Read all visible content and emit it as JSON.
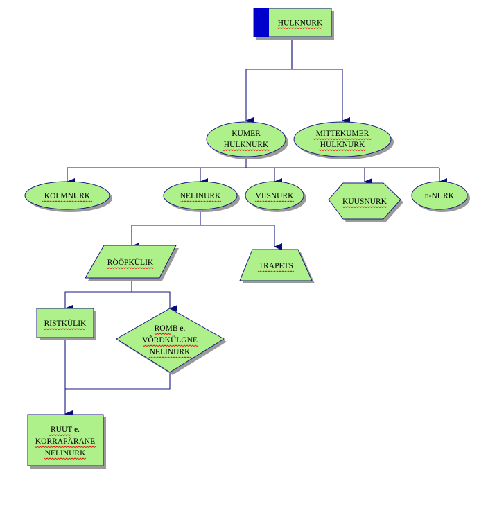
{
  "colors": {
    "node_fill": "#aef08a",
    "node_border": "#1a1a80",
    "connector": "#1a1a80",
    "root_marker": "#0000cc",
    "shadow": "#9a9a9a",
    "spellcheck_underline": "#e11b1b"
  },
  "nodes": {
    "hulknurk": {
      "lines": [
        "HULKNURK"
      ],
      "shape": "rectangle"
    },
    "kumer": {
      "lines": [
        "KUMER",
        "HULKNURK"
      ],
      "shape": "ellipse"
    },
    "mittekumer": {
      "lines": [
        "MITTEKUMER",
        "HULKNURK"
      ],
      "shape": "ellipse"
    },
    "kolmnurk": {
      "lines": [
        "KOLMNURK"
      ],
      "shape": "ellipse"
    },
    "nelinurk": {
      "lines": [
        "NELINURK"
      ],
      "shape": "ellipse"
    },
    "viisnurk": {
      "lines": [
        "VIISNURK"
      ],
      "shape": "ellipse"
    },
    "kuusnurk": {
      "lines": [
        "KUUSNURK"
      ],
      "shape": "hexagon"
    },
    "n_nurk": {
      "lines": [
        "n-NURK"
      ],
      "shape": "ellipse"
    },
    "roopkulik": {
      "lines": [
        "RÖÖPKÜLIK"
      ],
      "shape": "parallelogram"
    },
    "trapets": {
      "lines": [
        "TRAPETS"
      ],
      "shape": "trapezoid"
    },
    "ristkulik": {
      "lines": [
        "RISTKÜLIK"
      ],
      "shape": "rectangle"
    },
    "romb": {
      "lines": [
        "ROMB e.",
        "VÕRDKÜLGNE",
        "NELINURK"
      ],
      "shape": "diamond"
    },
    "ruut": {
      "lines": [
        "RUUT e.",
        "KORRAPÄRANE",
        "NELINURK"
      ],
      "shape": "rectangle"
    }
  }
}
